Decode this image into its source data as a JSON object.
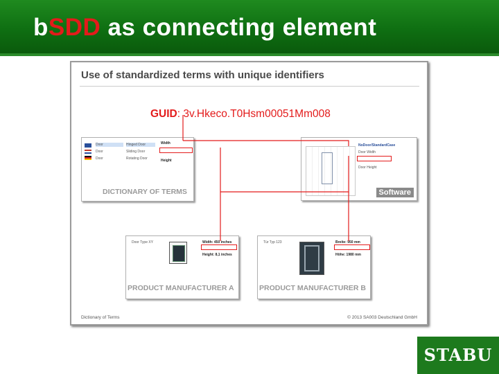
{
  "header": {
    "title_prefix": "b",
    "title_accent": "SDD",
    "title_rest": " as connecting element"
  },
  "slide": {
    "title": "Use of standardized terms with unique identifiers",
    "guid_label": "GUID",
    "guid_value": ": 3v.Hkeco.T0Hsm00051Mm008",
    "footer_left": "Dictionary of Terms",
    "footer_right": "© 2013 SA003 Deutschland GmbH"
  },
  "panels": {
    "dictionary": {
      "label": "DICTIONARY OF TERMS",
      "rows": [
        "Door",
        "Door",
        "Door"
      ],
      "types": [
        "Hinged Door",
        "Sliding Door",
        "Rotating Door"
      ],
      "props": [
        "Width",
        "Height"
      ]
    },
    "software": {
      "label": "Software",
      "props": [
        "NoDoor/StandardCase",
        "Door Width",
        "Door Height"
      ]
    },
    "manufacturer_a": {
      "label": "PRODUCT MANUFACTURER A",
      "item": "Door Type XY",
      "props": [
        "Width: 450 inches",
        "Height: 8,1 inches"
      ]
    },
    "manufacturer_b": {
      "label": "PRODUCT MANUFACTURER B",
      "item": "Tür Typ 123",
      "props": [
        "Breite: 950 mm",
        "Höhe: 1980 mm"
      ]
    }
  },
  "logo": {
    "text": "STABU"
  },
  "colors": {
    "header_green": "#0f6f12",
    "accent_red": "#e31b1b",
    "logo_green": "#1d7a1d"
  }
}
